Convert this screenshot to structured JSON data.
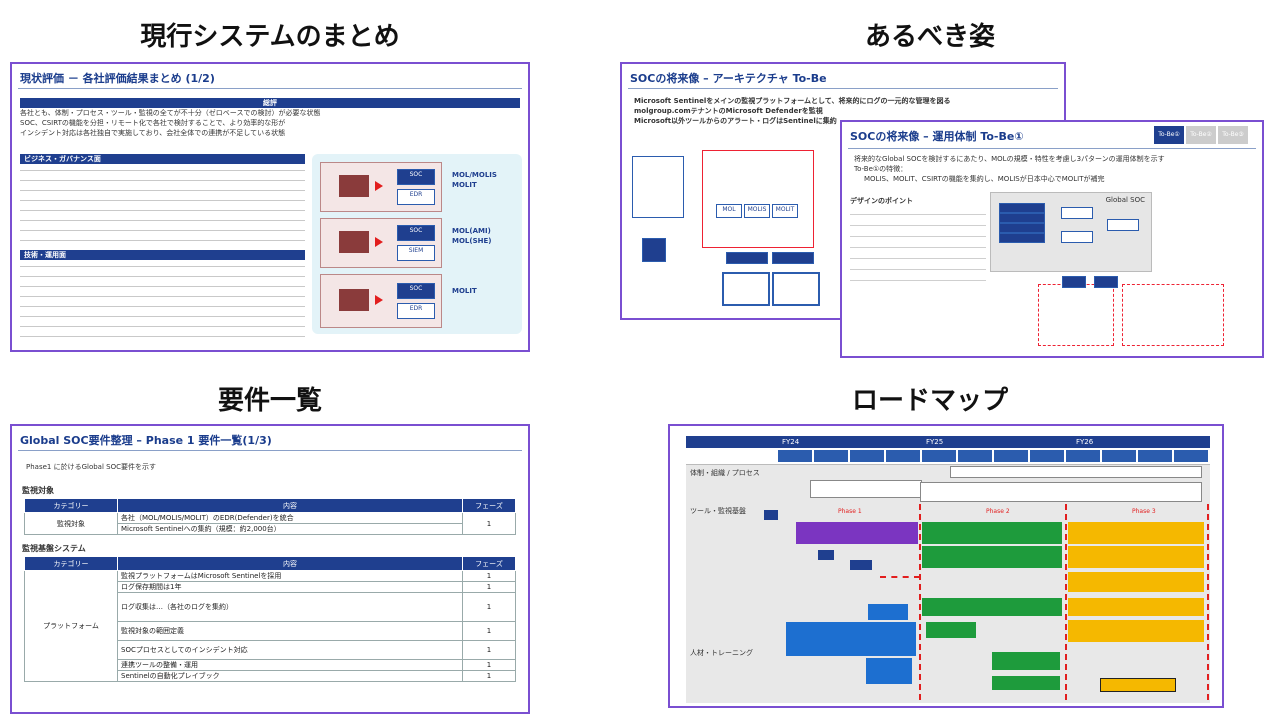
{
  "titles": {
    "q1": "現行システムのまとめ",
    "q2": "あるべき姿",
    "q3": "要件一覧",
    "q4": "ロードマップ"
  },
  "slide1": {
    "title": "現状評価 － 各社評価結果まとめ (1/2)",
    "section_overall": "総評",
    "overall_lines": [
      "各社とも、体制・プロセス・ツール・監視の全てが不十分（ゼロベースでの検討）が必要な状態",
      "SOC、CSIRTの機能を分担・リモート化で各社で検討することで、より効率的な形が",
      "インシデント対応は各社独自で実施しており、会社全体での連携が不足している状態"
    ],
    "section_biz": "ビジネス・ガバナンス面",
    "section_tech": "技術・運用面",
    "company_labels": [
      "MOL/MOLIS\nMOLIT",
      "MOL(AMI)\nMOL(SHE)",
      "MOLIT"
    ]
  },
  "slide2a": {
    "title": "SOCの将来像 – アーキテクチャ To-Be",
    "lines": [
      "Microsoft Sentinelをメインの監視プラットフォームとして、将来的にログの一元的な管理を図る",
      "molgroup.comテナントのMicrosoft Defenderを監視",
      "Microsoft以外ツールからのアラート・ログはSentinelに集約"
    ]
  },
  "slide2b": {
    "title": "SOCの将来像 – 運用体制 To-Be①",
    "tabs": [
      "To-Be①",
      "To-Be②",
      "To-Be③"
    ],
    "lines": [
      "将来的なGlobal SOCを検討するにあたり、MOLの規模・特性を考慮し3パターンの運用体制を示す",
      "To-Be①の特徴：",
      "MOLIS、MOLIT、CSIRTの機能を集約し、MOLISが日本中心でMOLITが補完"
    ],
    "design_label": "デザインのポイント",
    "global_soc": "Global SOC"
  },
  "slide3": {
    "title": "Global SOC要件整理 – Phase 1 要件一覧(1/3)",
    "intro": "Phase1 に於けるGlobal SOC要件を示す",
    "sec1": "監視対象",
    "sec2": "監視基盤システム",
    "headers": [
      "カテゴリー",
      "内容",
      "フェーズ"
    ],
    "table1": [
      {
        "cat": "監視対象",
        "items": [
          "各社（MOL/MOLIS/MOLIT）のEDR(Defender)を統合",
          "Microsoft Sentinelへの集約（規模：約2,000台）"
        ],
        "phase": "1"
      }
    ],
    "table2_cat": "プラットフォーム",
    "table2": [
      {
        "text": "監視プラットフォームはMicrosoft Sentinelを採用",
        "phase": "1"
      },
      {
        "text": "ログ保存期間は1年",
        "phase": "1"
      },
      {
        "text": "ログ収集は…（各社のログを集約）",
        "phase": "1"
      },
      {
        "text": "監視対象の範囲定義",
        "phase": "1"
      },
      {
        "text": "SOCプロセスとしてのインシデント対応",
        "phase": "1"
      },
      {
        "text": "連携ツールの整備・運用",
        "phase": "1"
      },
      {
        "text": "Sentinelの自動化プレイブック",
        "phase": "1"
      }
    ]
  },
  "slide4": {
    "years": [
      "FY24",
      "FY25",
      "FY26"
    ],
    "rows": [
      "体制・組織 / プロセス",
      "ツール・監視基盤",
      "人材・トレーニング"
    ],
    "phases": [
      "Phase 1",
      "Phase 2",
      "Phase 3"
    ],
    "colors": {
      "purple": "#7b35c1",
      "green": "#1e9b3c",
      "yellow": "#f5b800",
      "blue": "#1d6fd0",
      "navy": "#1f3f8f"
    }
  }
}
